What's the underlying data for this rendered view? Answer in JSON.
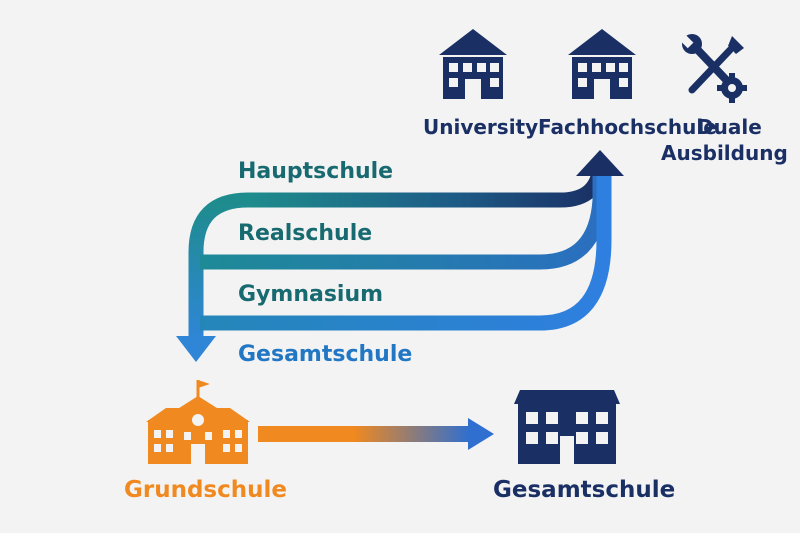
{
  "destinations": {
    "university": "University",
    "fachhochschule": "Fachhochschule",
    "duale_line1": "Duale",
    "duale_line2": "Ausbildung"
  },
  "school_types": {
    "hauptschule": "Hauptschule",
    "realschule": "Realschule",
    "gymnasium": "Gymnasium",
    "gesamtschule": "Gesamtschule"
  },
  "start": {
    "grundschule": "Grundschule"
  },
  "end": {
    "gesamtschule": "Gesamtschule"
  },
  "colors": {
    "navy": "#1a2f64",
    "teal": "#1e8c8c",
    "blue": "#2f86d6",
    "orange": "#f0891f",
    "background": "#f3f3f4"
  },
  "icons": {
    "university": "building-icon",
    "fachhochschule": "building-icon",
    "duale": "wrench-screwdriver-icon",
    "grundschule": "schoolhouse-icon",
    "gesamtschule": "building-icon"
  }
}
